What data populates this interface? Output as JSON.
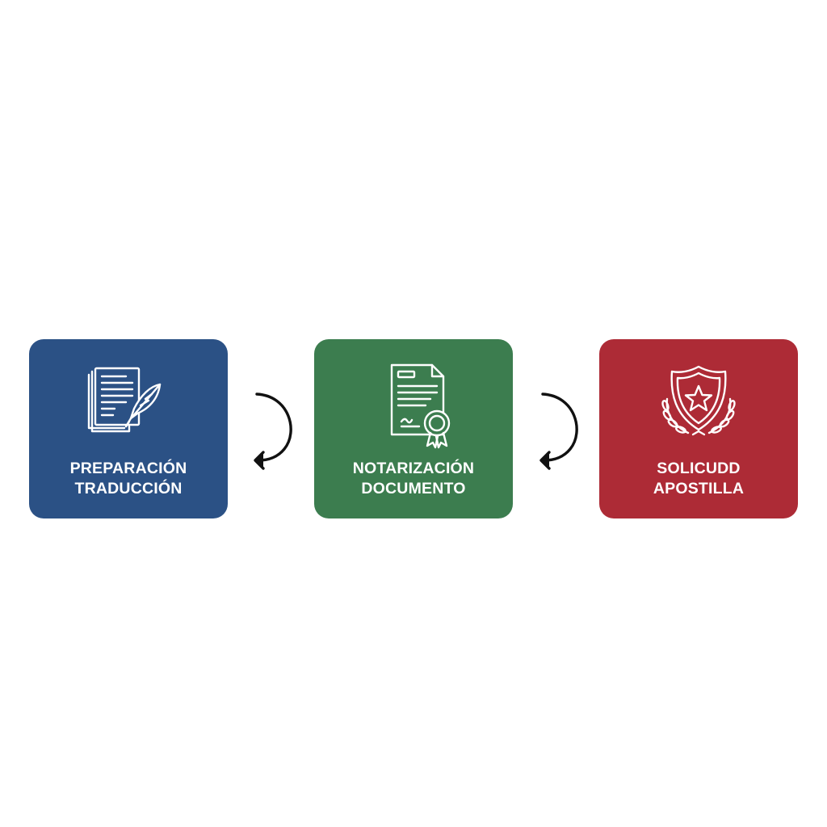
{
  "steps": [
    {
      "line1": "PREPARACIÓN",
      "line2": "TRADUCCIÓN",
      "color": "#2b5185",
      "icon": "document-quill-icon"
    },
    {
      "line1": "NOTARIZACIÓN",
      "line2": "DOCUMENTO",
      "color": "#3c7d4f",
      "icon": "certificate-seal-icon"
    },
    {
      "line1": "SOLICUDD",
      "line2": "APOSTILLA",
      "color": "#ad2b36",
      "icon": "shield-star-laurel-icon"
    }
  ],
  "arrow_color": "#111111",
  "arrow_icon": "curved-arrow-icon"
}
